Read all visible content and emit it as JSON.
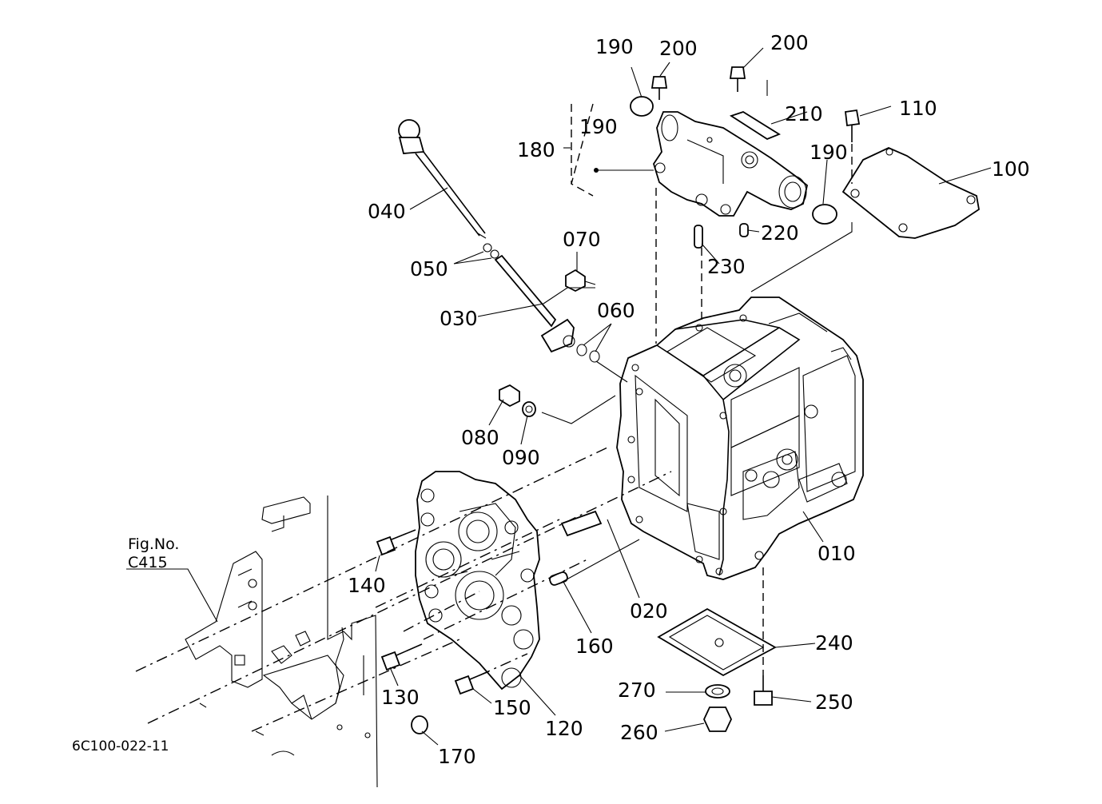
{
  "figure": {
    "code": "6C100-022-11",
    "reference": {
      "line1": "Fig.No.",
      "line2": "C415"
    }
  },
  "callouts": [
    {
      "id": "010",
      "label": "010"
    },
    {
      "id": "020",
      "label": "020"
    },
    {
      "id": "030",
      "label": "030"
    },
    {
      "id": "040",
      "label": "040"
    },
    {
      "id": "050",
      "label": "050"
    },
    {
      "id": "060",
      "label": "060"
    },
    {
      "id": "070",
      "label": "070"
    },
    {
      "id": "080",
      "label": "080"
    },
    {
      "id": "090",
      "label": "090"
    },
    {
      "id": "100",
      "label": "100"
    },
    {
      "id": "110",
      "label": "110"
    },
    {
      "id": "120",
      "label": "120"
    },
    {
      "id": "130",
      "label": "130"
    },
    {
      "id": "140",
      "label": "140"
    },
    {
      "id": "150",
      "label": "150"
    },
    {
      "id": "160",
      "label": "160"
    },
    {
      "id": "170",
      "label": "170"
    },
    {
      "id": "180",
      "label": "180"
    },
    {
      "id": "190a",
      "label": "190"
    },
    {
      "id": "190b",
      "label": "190"
    },
    {
      "id": "190c",
      "label": "190"
    },
    {
      "id": "200a",
      "label": "200"
    },
    {
      "id": "200b",
      "label": "200"
    },
    {
      "id": "210",
      "label": "210"
    },
    {
      "id": "220",
      "label": "220"
    },
    {
      "id": "230",
      "label": "230"
    },
    {
      "id": "240",
      "label": "240"
    },
    {
      "id": "250",
      "label": "250"
    },
    {
      "id": "260",
      "label": "260"
    },
    {
      "id": "270",
      "label": "270"
    }
  ]
}
